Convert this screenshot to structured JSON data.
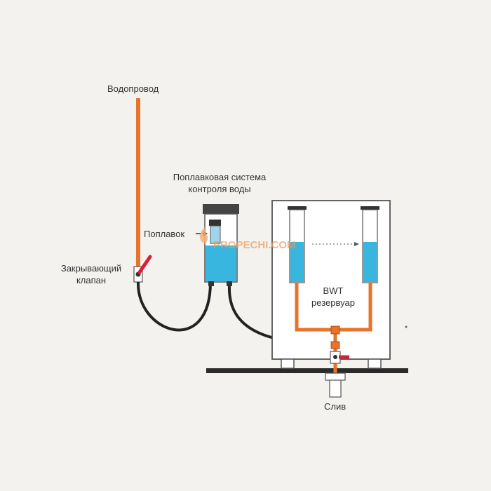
{
  "labels": {
    "water_supply": "Водопровод",
    "float_system_line1": "Поплавковая система",
    "float_system_line2": "контроля воды",
    "float": "Поплавок",
    "shutoff_valve_line1": "Закрывающий",
    "shutoff_valve_line2": "клапан",
    "reservoir_line1": "BWT",
    "reservoir_line2": "резервуар",
    "drain": "Слив",
    "watermark": "PROPECHI.COM"
  },
  "colors": {
    "background": "#f4f2ef",
    "pipe": "#e8732a",
    "hose": "#222222",
    "water": "#38b6e0",
    "valve_handle": "#d8203a",
    "frame": "#555555",
    "panel": "#ffffff"
  }
}
